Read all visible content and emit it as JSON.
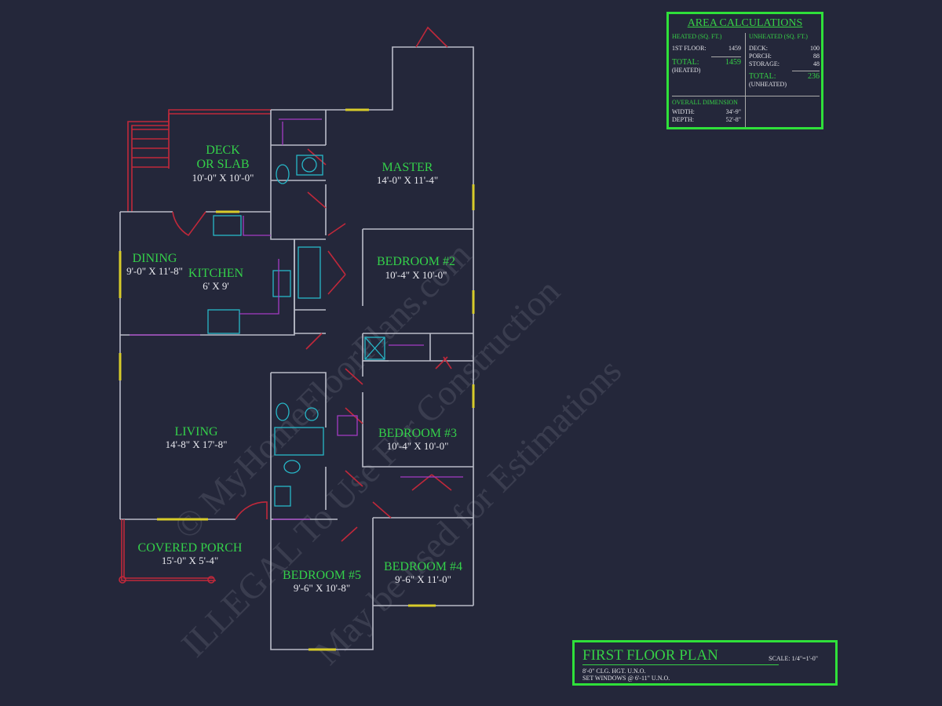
{
  "rooms": {
    "deck": {
      "name": "DECK",
      "alt": "OR SLAB",
      "dim": "10'-0\" X 10'-0\""
    },
    "master": {
      "name": "MASTER",
      "dim": "14'-0\" X 11'-4\""
    },
    "dining": {
      "name": "DINING",
      "dim": "9'-0\" X 11'-8\""
    },
    "kitchen": {
      "name": "KITCHEN",
      "dim": "6' X 9'"
    },
    "bedroom2": {
      "name": "BEDROOM #2",
      "dim": "10'-4\" X 10'-0\""
    },
    "bedroom3": {
      "name": "BEDROOM #3",
      "dim": "10'-4\" X 10'-0\""
    },
    "living": {
      "name": "LIVING",
      "dim": "14'-8\" X 17'-8\""
    },
    "porch": {
      "name": "COVERED PORCH",
      "dim": "15'-0\" X 5'-4\""
    },
    "bedroom5": {
      "name": "BEDROOM #5",
      "dim": "9'-6\" X 10'-8\""
    },
    "bedroom4": {
      "name": "BEDROOM #4",
      "dim": "9'-6\" X 11'-0\""
    }
  },
  "watermark": [
    "© MyHomeFloorPlans.com",
    "ILLEGAL To Use For Construction",
    "May be used for Estimations"
  ],
  "area": {
    "title": "AREA CALCULATIONS",
    "heated_header": "HEATED (SQ. FT.)",
    "unheated_header": "UNHEATED (SQ. FT.)",
    "heated": [
      {
        "label": "1ST FLOOR:",
        "value": "1459"
      }
    ],
    "heated_total_label": "TOTAL:",
    "heated_total": "1459",
    "heated_total_sub": "(HEATED)",
    "unheated": [
      {
        "label": "DECK:",
        "value": "100"
      },
      {
        "label": "PORCH:",
        "value": "88"
      },
      {
        "label": "STORAGE:",
        "value": "48"
      }
    ],
    "unheated_total_label": "TOTAL:",
    "unheated_total": "236",
    "unheated_total_sub": "(UNHEATED)",
    "dim_header": "OVERALL DIMENSION",
    "width_label": "WIDTH:",
    "width": "34'-9\"",
    "depth_label": "DEPTH:",
    "depth": "52'-8\""
  },
  "title_block": {
    "title": "FIRST FLOOR PLAN",
    "scale": "SCALE: 1/4\"=1'-0\"",
    "note1": "8'-0\" CLG. HGT. U.N.O.",
    "note2": "SET WINDOWS @ 6'-11\" U.N.O."
  }
}
